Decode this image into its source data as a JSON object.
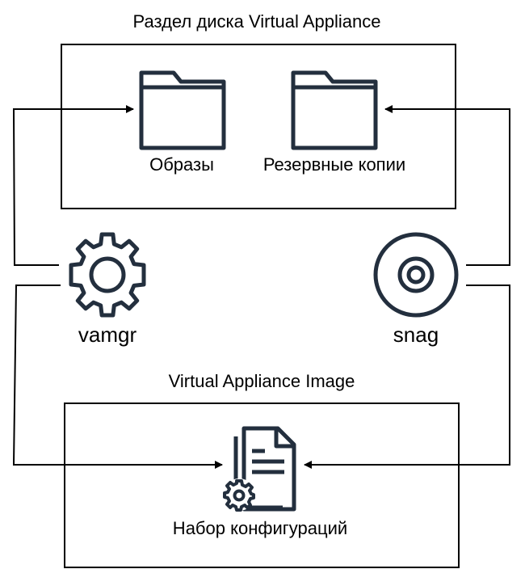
{
  "top_section": {
    "title": "Раздел диска Virtual Appliance",
    "folders": [
      {
        "label": "Образы",
        "icon": "folder-icon"
      },
      {
        "label": "Резервные копии",
        "icon": "folder-icon"
      }
    ]
  },
  "nodes": {
    "left": {
      "label": "vamgr",
      "icon": "gear-icon"
    },
    "right": {
      "label": "snag",
      "icon": "disc-icon"
    }
  },
  "bottom_section": {
    "title": "Virtual Appliance Image",
    "item": {
      "label": "Набор конфигураций",
      "icon": "config-document-icon"
    }
  },
  "colors": {
    "icon": "#232f3e",
    "line": "#000000",
    "background": "#ffffff"
  }
}
